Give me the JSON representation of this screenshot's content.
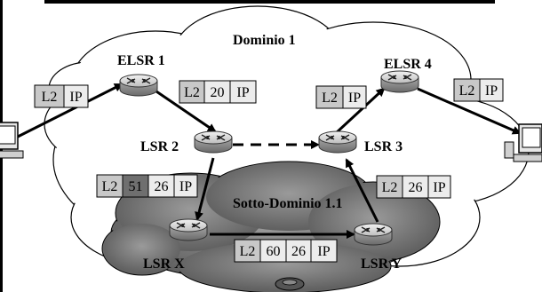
{
  "domains": {
    "outer": "Dominio 1",
    "inner": "Sotto-Dominio 1.1"
  },
  "routers": {
    "elsr1": "ELSR 1",
    "elsr4": "ELSR 4",
    "lsr2": "LSR 2",
    "lsr3": "LSR 3",
    "lsrx": "LSR X",
    "lsry": "LSR Y"
  },
  "packets": {
    "p1": [
      "L2",
      "IP"
    ],
    "p2": [
      "L2",
      "20",
      "IP"
    ],
    "p3": [
      "L2",
      "IP"
    ],
    "p4": [
      "L2",
      "IP"
    ],
    "p5": [
      "L2",
      "51",
      "26",
      "IP"
    ],
    "p6": [
      "L2",
      "26",
      "IP"
    ],
    "p7": [
      "L2",
      "60",
      "26",
      "IP"
    ]
  },
  "icons": {
    "router": "router-icon",
    "host": "computer-icon"
  },
  "colors": {
    "outer_cloud": "#ffffff",
    "inner_cloud": "#7a7a7a",
    "header_bar": "#000000",
    "label_dark": "#6f6f6f",
    "label_mid": "#c8c8c8",
    "label_light": "#ececec"
  }
}
